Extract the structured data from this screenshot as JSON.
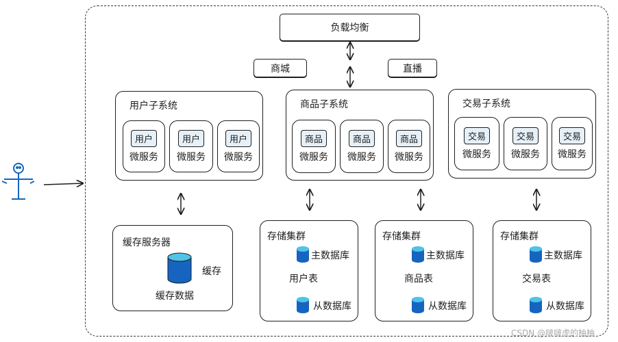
{
  "top": {
    "load_balancer": "负载均衡",
    "mall": "商城",
    "live": "直播"
  },
  "user_system": {
    "title": "用户子系统",
    "services": [
      {
        "tag": "用户",
        "label": "微服务"
      },
      {
        "tag": "用户",
        "label": "微服务"
      },
      {
        "tag": "用户",
        "label": "微服务"
      }
    ]
  },
  "product_system": {
    "title": "商品子系统",
    "services": [
      {
        "tag": "商品",
        "label": "微服务"
      },
      {
        "tag": "商品",
        "label": "微服务"
      },
      {
        "tag": "商品",
        "label": "微服务"
      }
    ]
  },
  "trade_system": {
    "title": "交易子系统",
    "services": [
      {
        "tag": "交易",
        "label": "微服务"
      },
      {
        "tag": "交易",
        "label": "微服务"
      },
      {
        "tag": "交易",
        "label": "微服务"
      }
    ]
  },
  "cache": {
    "title": "缓存服务器",
    "cache_label": "缓存",
    "data_label": "缓存数据"
  },
  "storage": [
    {
      "title": "存储集群",
      "master": "主数据库",
      "table": "用户表",
      "slave": "从数据库"
    },
    {
      "title": "存储集群",
      "master": "主数据库",
      "table": "商品表",
      "slave": "从数据库"
    },
    {
      "title": "存储集群",
      "master": "主数据库",
      "table": "交易表",
      "slave": "从数据库"
    }
  ],
  "watermark": "CSDN @啵啵虎的柚柚",
  "colors": {
    "db_blue": "#1565c0",
    "db_top": "#4fc3e8",
    "stroke": "#1e1e1e"
  }
}
